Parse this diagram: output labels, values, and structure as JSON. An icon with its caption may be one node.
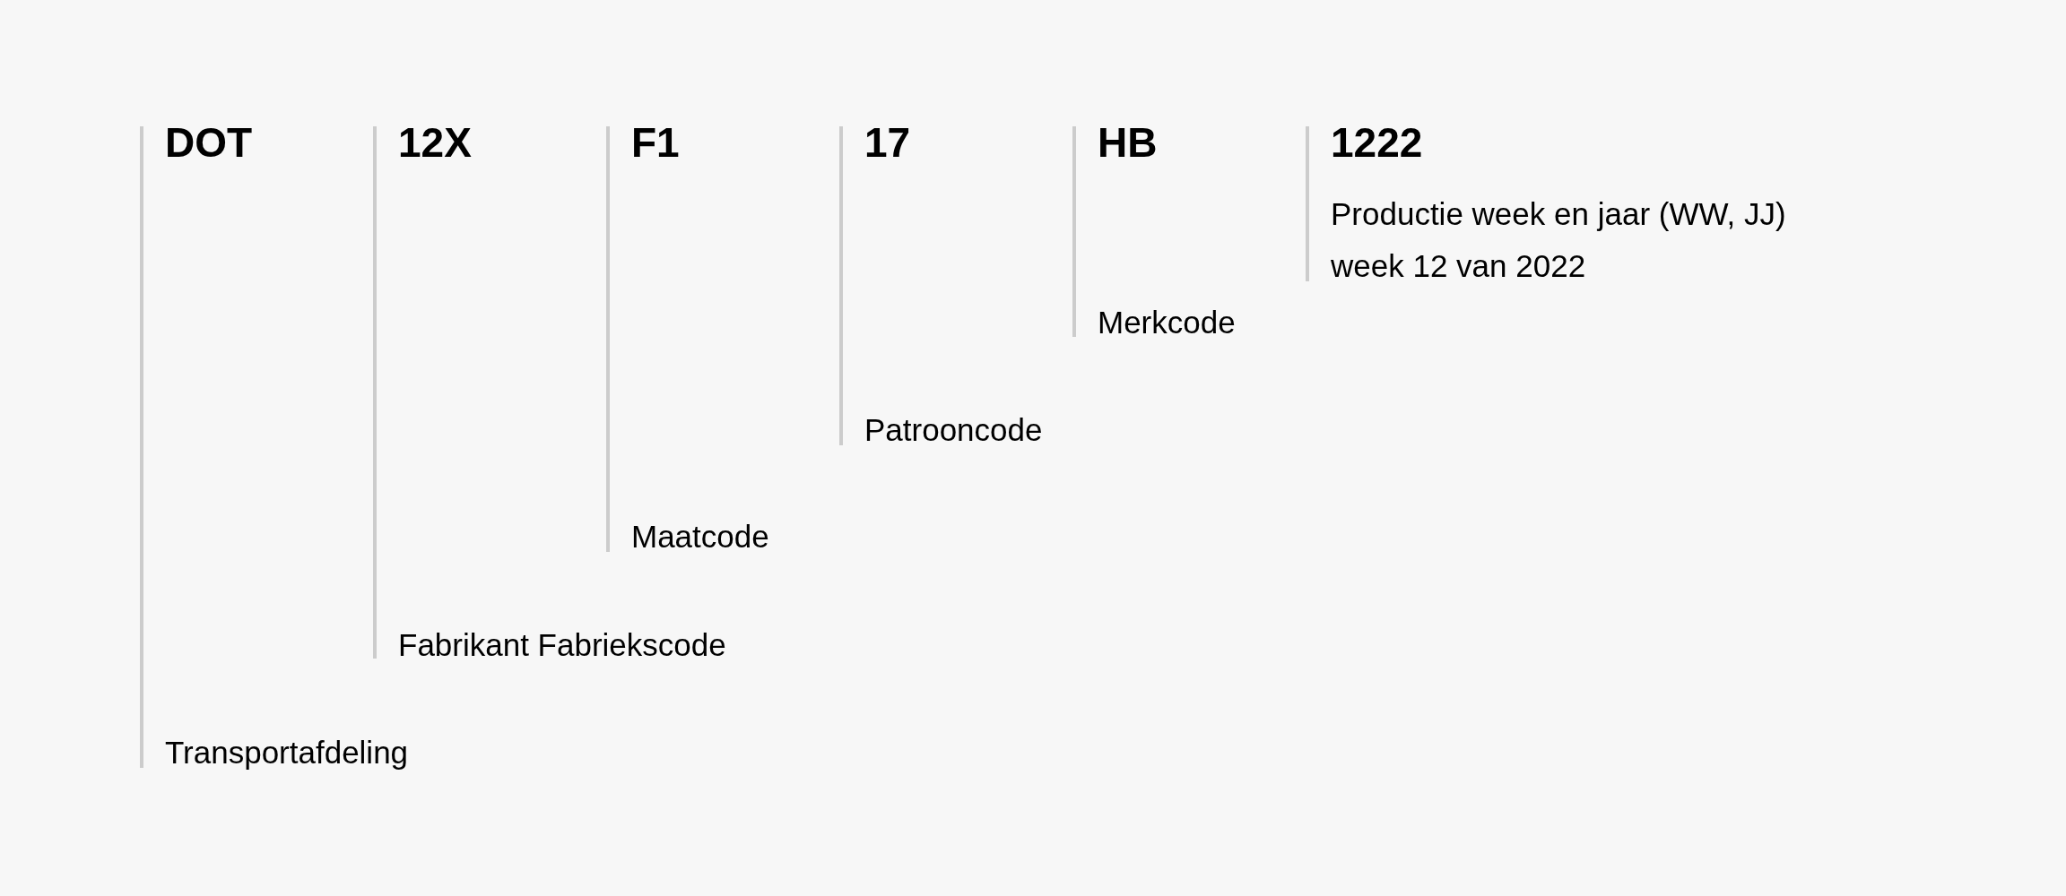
{
  "diagram": {
    "nodes": [
      {
        "text": [
          "DOT",
          "Transportafdeling"
        ]
      },
      {
        "text": [
          "12X",
          "Fabrikant Fabriekscode"
        ]
      },
      {
        "text": [
          "F1",
          "Maatcode"
        ]
      },
      {
        "text": [
          "17",
          "Patrooncode"
        ]
      },
      {
        "text": [
          "HB",
          "Merkcode"
        ]
      },
      {
        "text": [
          "1222",
          "Productie week en jaar (WW, JJ)",
          "week 12 van 2022"
        ]
      }
    ]
  }
}
